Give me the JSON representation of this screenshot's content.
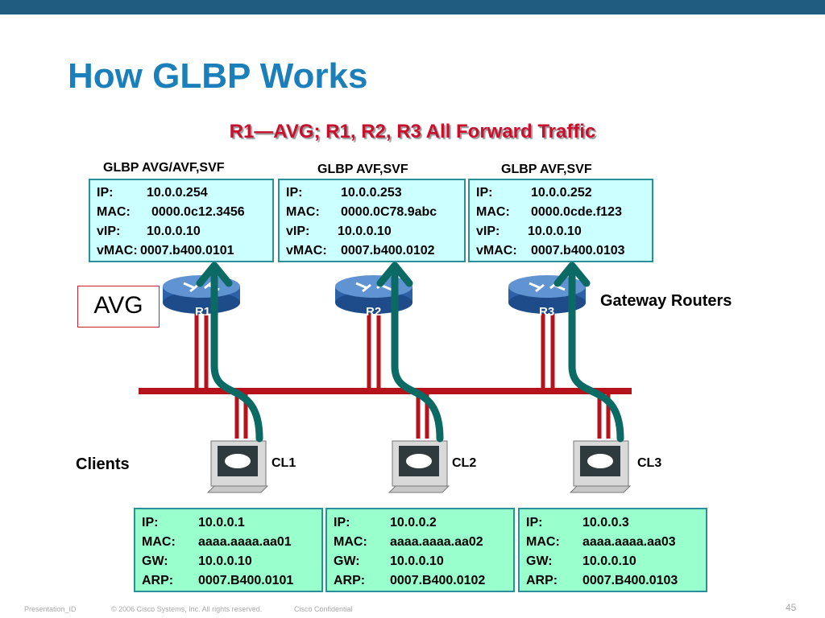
{
  "title": "How GLBP Works",
  "subtitle": "R1—AVG; R1, R2, R3 All Forward Traffic",
  "avg_tag": "AVG",
  "gateway_label": "Gateway Routers",
  "clients_label": "Clients",
  "routers": [
    {
      "role": "GLBP AVG/AVF,SVF",
      "name": "R1",
      "fields": [
        {
          "k": "IP:",
          "v": "10.0.0.254"
        },
        {
          "k": "MAC:",
          "v": "0000.0c12.3456"
        },
        {
          "k": "vIP:",
          "v": "10.0.0.10"
        },
        {
          "k": "vMAC:",
          "v": "0007.b400.0101"
        }
      ]
    },
    {
      "role": "GLBP AVF,SVF",
      "name": "R2",
      "fields": [
        {
          "k": "IP:",
          "v": "10.0.0.253"
        },
        {
          "k": "MAC:",
          "v": "0000.0C78.9abc"
        },
        {
          "k": "vIP:",
          "v": "10.0.0.10"
        },
        {
          "k": "vMAC:",
          "v": "0007.b400.0102"
        }
      ]
    },
    {
      "role": "GLBP AVF,SVF",
      "name": "R3",
      "fields": [
        {
          "k": "IP:",
          "v": "10.0.0.252"
        },
        {
          "k": "MAC:",
          "v": "0000.0cde.f123"
        },
        {
          "k": "vIP:",
          "v": "10.0.0.10"
        },
        {
          "k": "vMAC:",
          "v": "0007.b400.0103"
        }
      ]
    }
  ],
  "clients": [
    {
      "name": "CL1",
      "fields": [
        {
          "k": "IP:",
          "v": "10.0.0.1"
        },
        {
          "k": "MAC:",
          "v": "aaaa.aaaa.aa01"
        },
        {
          "k": "GW:",
          "v": "10.0.0.10"
        },
        {
          "k": "ARP:",
          "v": "0007.B400.0101"
        }
      ]
    },
    {
      "name": "CL2",
      "fields": [
        {
          "k": "IP:",
          "v": "10.0.0.2"
        },
        {
          "k": "MAC:",
          "v": "aaaa.aaaa.aa02"
        },
        {
          "k": "GW:",
          "v": "10.0.0.10"
        },
        {
          "k": "ARP:",
          "v": "0007.B400.0102"
        }
      ]
    },
    {
      "name": "CL3",
      "fields": [
        {
          "k": "IP:",
          "v": "10.0.0.3"
        },
        {
          "k": "MAC:",
          "v": "aaaa.aaaa.aa03"
        },
        {
          "k": "GW:",
          "v": "10.0.0.10"
        },
        {
          "k": "ARP:",
          "v": "0007.B400.0103"
        }
      ]
    }
  ],
  "footer": {
    "presentation_id": "Presentation_ID",
    "copyright": "© 2006 Cisco Systems, Inc. All rights reserved.",
    "confidential": "Cisco Confidential",
    "page": "45"
  },
  "colors": {
    "title": "#1a7fba",
    "subtitle": "#c8102e",
    "lan": "#b5121b",
    "router_box": "#ccffff",
    "client_box": "#99ffcc",
    "arrow": "#0b6b64",
    "topbar": "#1f5c80"
  },
  "icons": [
    "router-icon",
    "workstation-icon",
    "traffic-arrow-icon"
  ]
}
